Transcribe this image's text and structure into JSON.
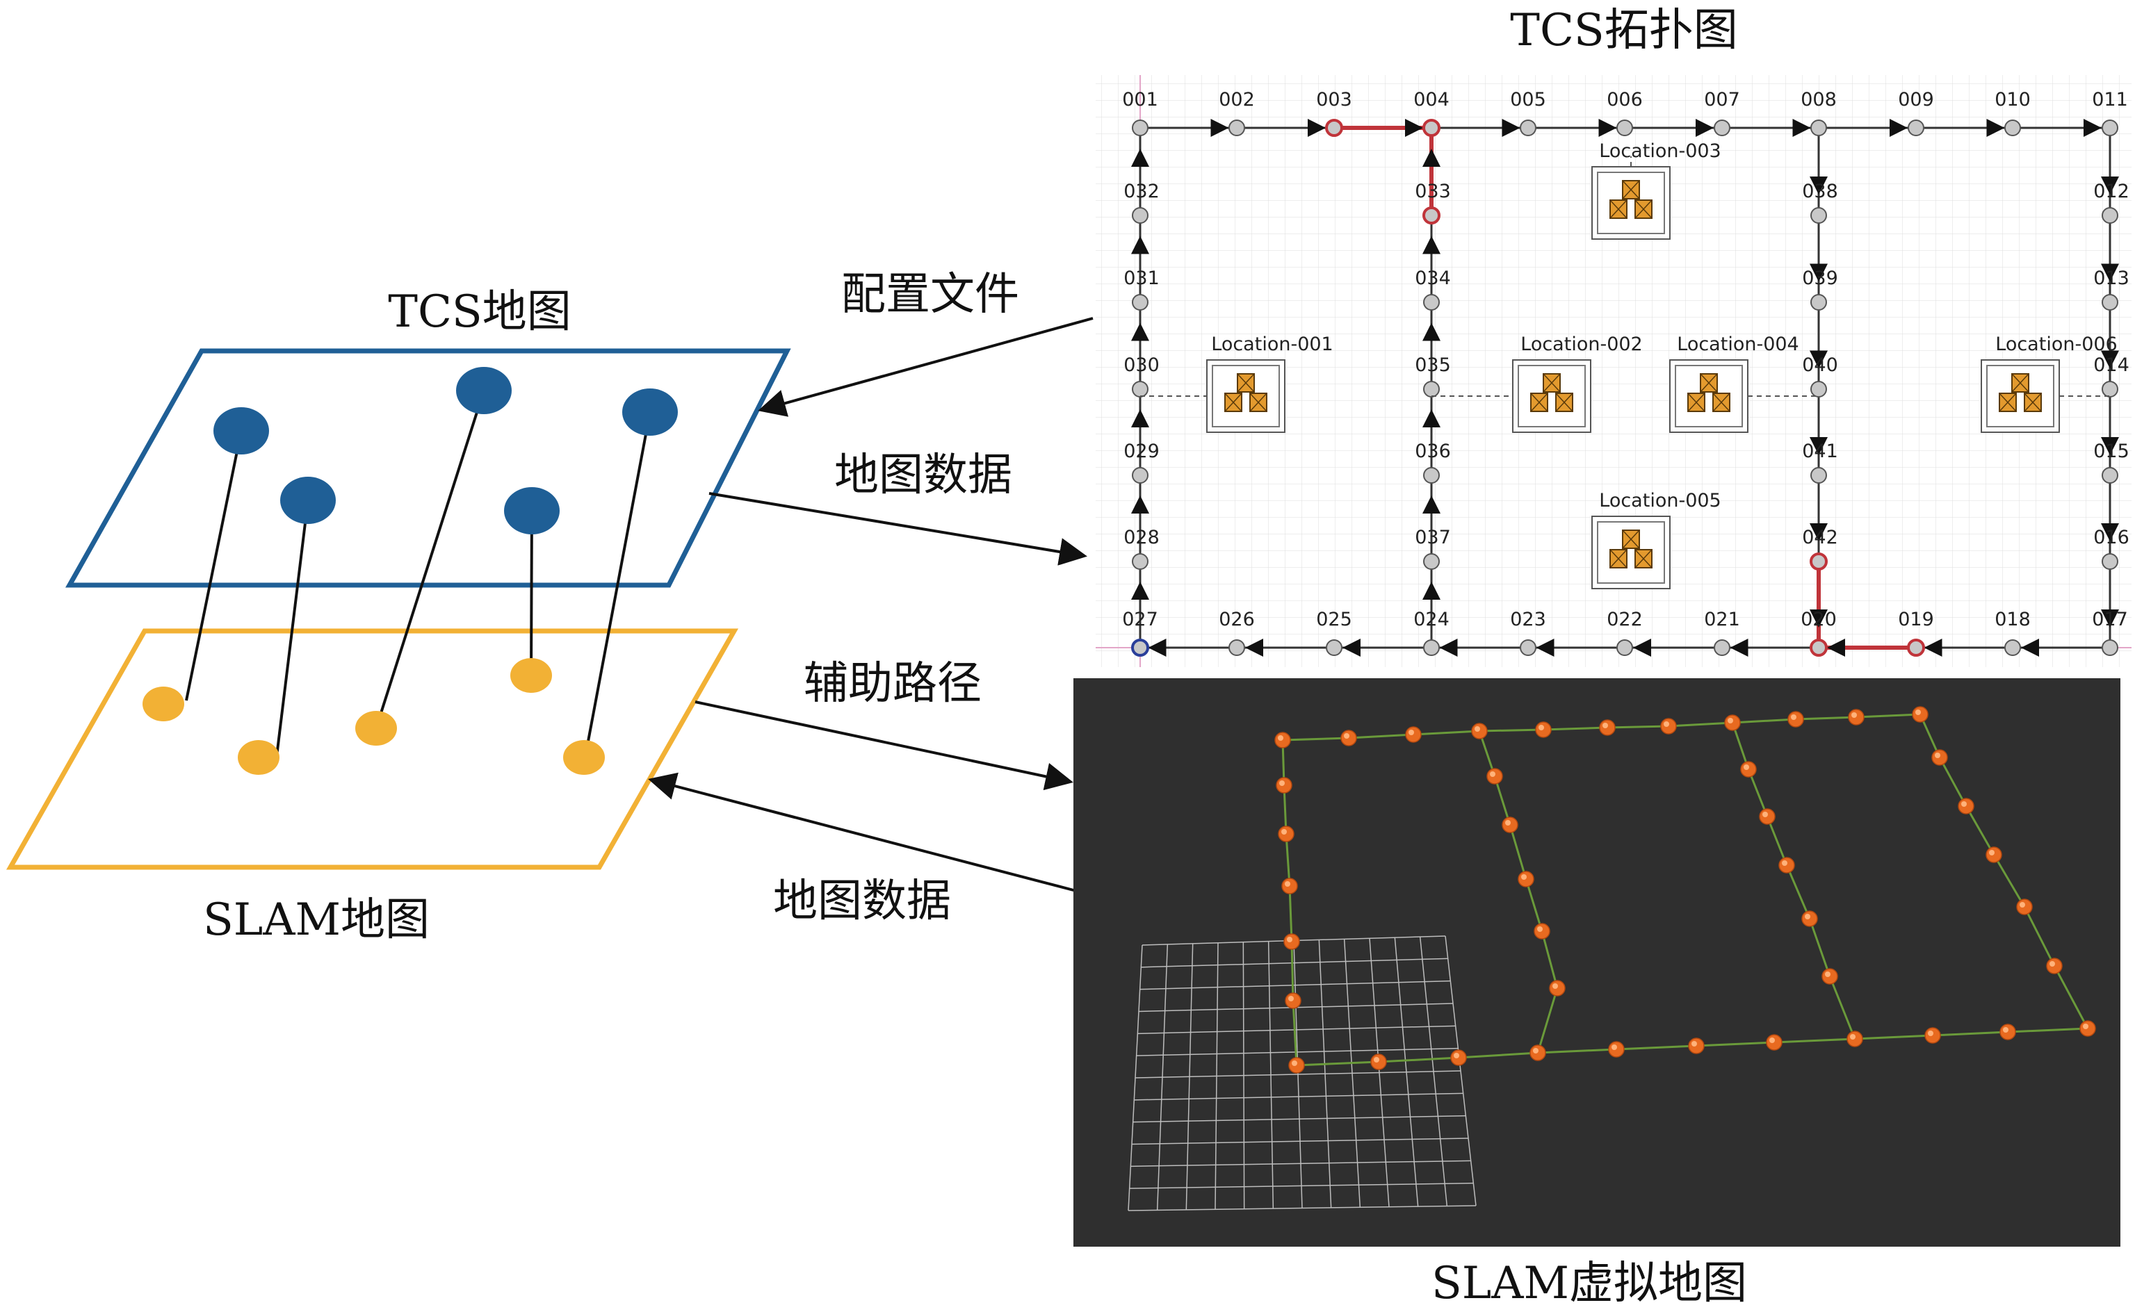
{
  "labels": {
    "tcs_topology_title": "TCS拓扑图",
    "tcs_map": "TCS地图",
    "slam_map": "SLAM地图",
    "slam_virtual_map": "SLAM虚拟地图",
    "config_file": "配置文件",
    "map_data_top": "地图数据",
    "aux_path": "辅助路径",
    "map_data_bottom": "地图数据"
  },
  "colors": {
    "tcs_blue": "#1f5f96",
    "slam_orange": "#f2b135",
    "path_red": "#c0343a",
    "box_orange": "#e39a2e",
    "dark_panel": "#2f2f2f",
    "node_orange": "#e86a20",
    "path_green": "#6a9a3a"
  },
  "topology": {
    "top_row": [
      "001",
      "002",
      "003",
      "004",
      "005",
      "006",
      "007",
      "008",
      "009",
      "010",
      "011"
    ],
    "bottom_row": [
      "027",
      "026",
      "025",
      "024",
      "023",
      "022",
      "021",
      "020",
      "019",
      "018",
      "017"
    ],
    "col_left": [
      "032",
      "031",
      "030",
      "029",
      "028"
    ],
    "col_mid": [
      "033",
      "034",
      "035",
      "036",
      "037"
    ],
    "col_right": [
      "038",
      "039",
      "040",
      "041",
      "042"
    ],
    "col_far": [
      "012",
      "013",
      "014",
      "015",
      "016"
    ],
    "locations": [
      "Location-001",
      "Location-002",
      "Location-003",
      "Location-004",
      "Location-005",
      "Location-006"
    ]
  }
}
